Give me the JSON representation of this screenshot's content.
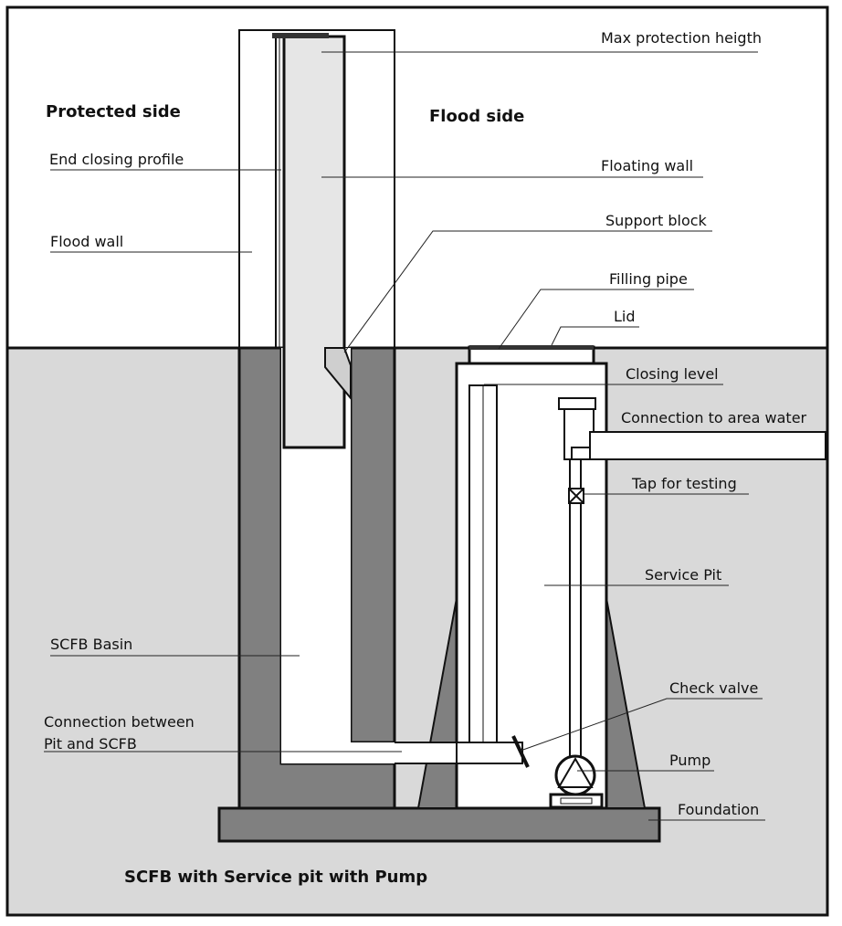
{
  "caption": "SCFB with Service pit with Pump",
  "regions": {
    "protected_side": "Protected side",
    "flood_side": "Flood side"
  },
  "labels": {
    "max_protection_height": "Max protection heigth",
    "end_closing_profile": "End closing profile",
    "floating_wall": "Floating wall",
    "flood_wall": "Flood wall",
    "support_block": "Support block",
    "filling_pipe": "Filling pipe",
    "lid": "Lid",
    "closing_level": "Closing level",
    "connection_to_area_water": "Connection to area water",
    "tap_for_testing": "Tap for testing",
    "service_pit": "Service Pit",
    "scfb_basin": "SCFB Basin",
    "connection_between_line1": "Connection between",
    "connection_between_line2": "Pit and SCFB",
    "check_valve": "Check valve",
    "pump": "Pump",
    "foundation": "Foundation"
  },
  "colors": {
    "ground": "#d9d9d9",
    "concrete": "#808080",
    "floating_wall": "#e6e6e6",
    "outline": "#111111",
    "background": "#ffffff"
  }
}
